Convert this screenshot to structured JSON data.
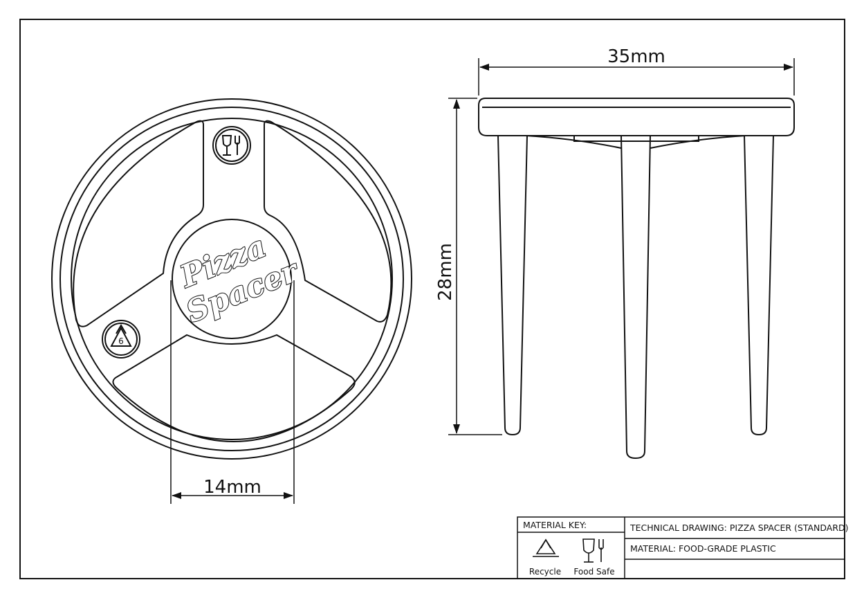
{
  "top_view": {
    "label_line1": "Pizza",
    "label_line2": "Spacer",
    "width_dim": "14mm",
    "icons": [
      "food-safe-icon",
      "recycle-icon"
    ]
  },
  "side_view": {
    "width_dim": "35mm",
    "height_dim": "28mm"
  },
  "title_block": {
    "material_key_label": "MATERIAL KEY:",
    "recycle_label": "Recycle",
    "food_safe_label": "Food Safe",
    "title": "TECHNICAL DRAWING: PIZZA SPACER (STANDARD)",
    "material": "MATERIAL: FOOD-GRADE PLASTIC"
  },
  "colors": {
    "line": "#111111",
    "paper": "#ffffff"
  }
}
